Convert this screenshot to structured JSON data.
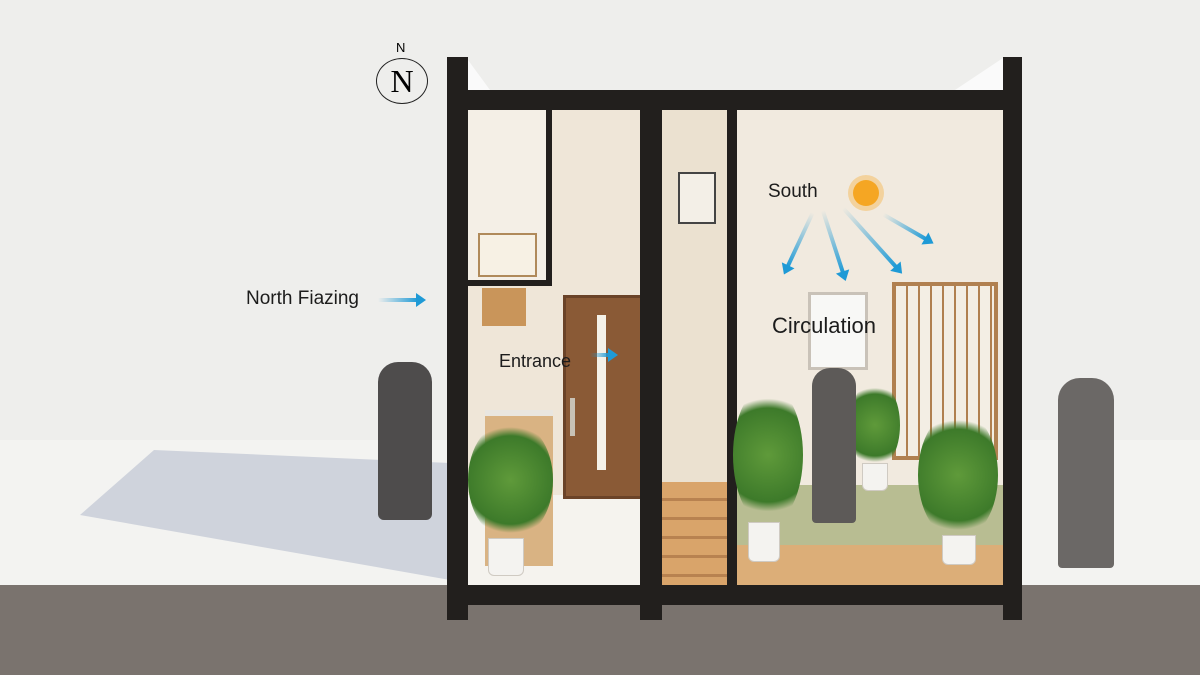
{
  "compass": {
    "letter": "N",
    "label": "N"
  },
  "labels": {
    "north_glazing": "North Fiazing",
    "entrance": "Entrance",
    "south": "South",
    "circulation": "Circulation"
  },
  "colors": {
    "frame": "#221f1d",
    "interior": "#efe6d8",
    "wood": "#8a5a36",
    "tatami": "#b8bd92",
    "arrow": "#1e9ad6",
    "sun": "#f5a623",
    "ground": "#7a736e",
    "person": "#5d5a58"
  }
}
